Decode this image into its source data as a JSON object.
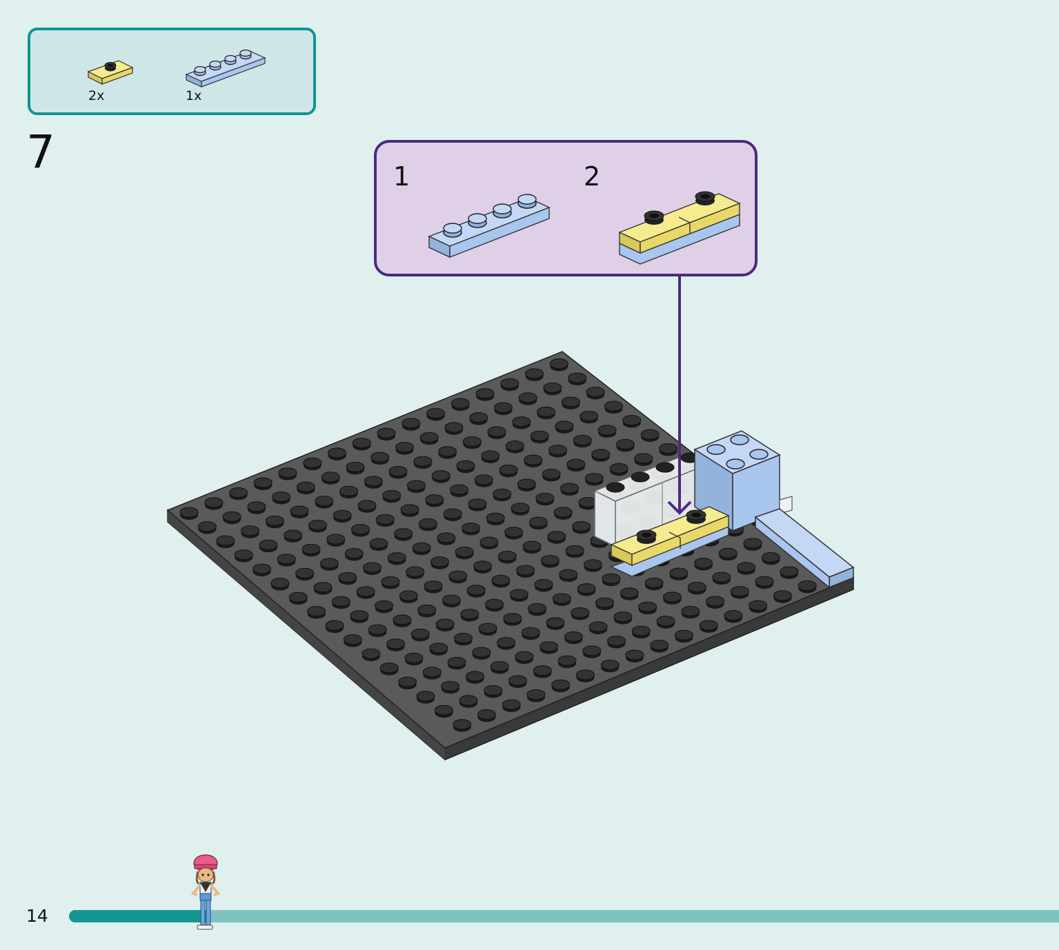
{
  "parts_list": {
    "items": [
      {
        "name": "yellow-plate-1x2-with-stud",
        "quantity": "2x",
        "color": "#f3e57a"
      },
      {
        "name": "light-blue-plate-1x4",
        "quantity": "1x",
        "color": "#a9c6ee"
      }
    ]
  },
  "step": {
    "number": "7",
    "substeps": [
      {
        "number": "1"
      },
      {
        "number": "2"
      }
    ]
  },
  "footer": {
    "page_number": "14",
    "progress_fraction": 0.14
  },
  "colors": {
    "background": "#dff0ef",
    "parts_box_border": "#13948f",
    "parts_box_fill": "#cfe6e6",
    "substep_border": "#4c2a7e",
    "substep_fill": "#dfd0e8",
    "baseplate": "#555555",
    "progress_fill": "#129891",
    "progress_track": "#7fc3c1"
  }
}
